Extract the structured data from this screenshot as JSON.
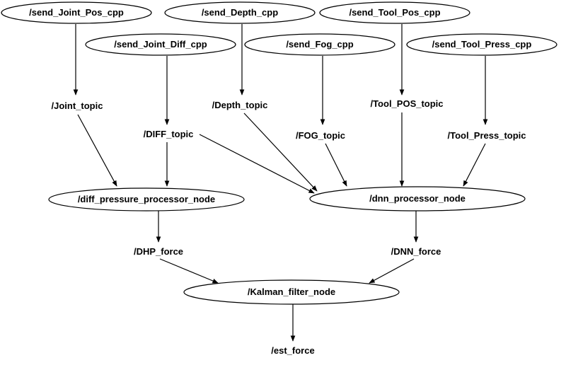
{
  "nodes": {
    "send_joint_pos": "/send_Joint_Pos_cpp",
    "send_depth": "/send_Depth_cpp",
    "send_tool_pos": "/send_Tool_Pos_cpp",
    "send_joint_diff": "/send_Joint_Diff_cpp",
    "send_fog": "/send_Fog_cpp",
    "send_tool_press": "/send_Tool_Press_cpp",
    "diff_pressure_processor": "/diff_pressure_processor_node",
    "dnn_processor": "/dnn_processor_node",
    "kalman_filter": "/Kalman_filter_node"
  },
  "topics": {
    "joint_topic": "/Joint_topic",
    "depth_topic": "/Depth_topic",
    "tool_pos_topic": "/Tool_POS_topic",
    "diff_topic": "/DIFF_topic",
    "fog_topic": "/FOG_topic",
    "tool_press_topic": "/Tool_Press_topic",
    "dhp_force": "/DHP_force",
    "dnn_force": "/DNN_force",
    "est_force": "/est_force"
  }
}
